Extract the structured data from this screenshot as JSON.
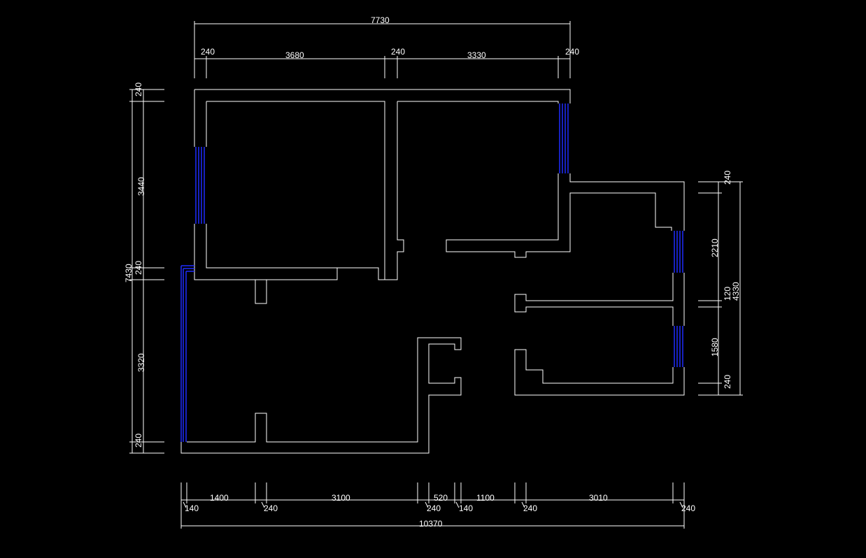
{
  "colors": {
    "background": "#000000",
    "line": "#ffffff",
    "window": "#1f2cff"
  },
  "dimensions": {
    "top": {
      "total": "7730",
      "seg1_wall": "240",
      "seg2": "3680",
      "seg3_wall": "240",
      "seg4": "3330",
      "seg5_wall": "240"
    },
    "left": {
      "total": "7430",
      "top_wall": "240",
      "upper": "3440",
      "mid_wall": "240",
      "lower": "3320",
      "bottom_wall": "240"
    },
    "right": {
      "total": "4330",
      "top_wall": "240",
      "upper": "2210",
      "mid_wall": "120",
      "lower": "1580",
      "bottom_wall": "240"
    },
    "bottom": {
      "total": "10370",
      "s1": "140",
      "s2": "1400",
      "s3": "240",
      "s4": "3100",
      "s5": "240",
      "s6": "520",
      "s7": "140",
      "s8": "1100",
      "s9": "240",
      "s10": "3010",
      "s11": "240"
    }
  }
}
